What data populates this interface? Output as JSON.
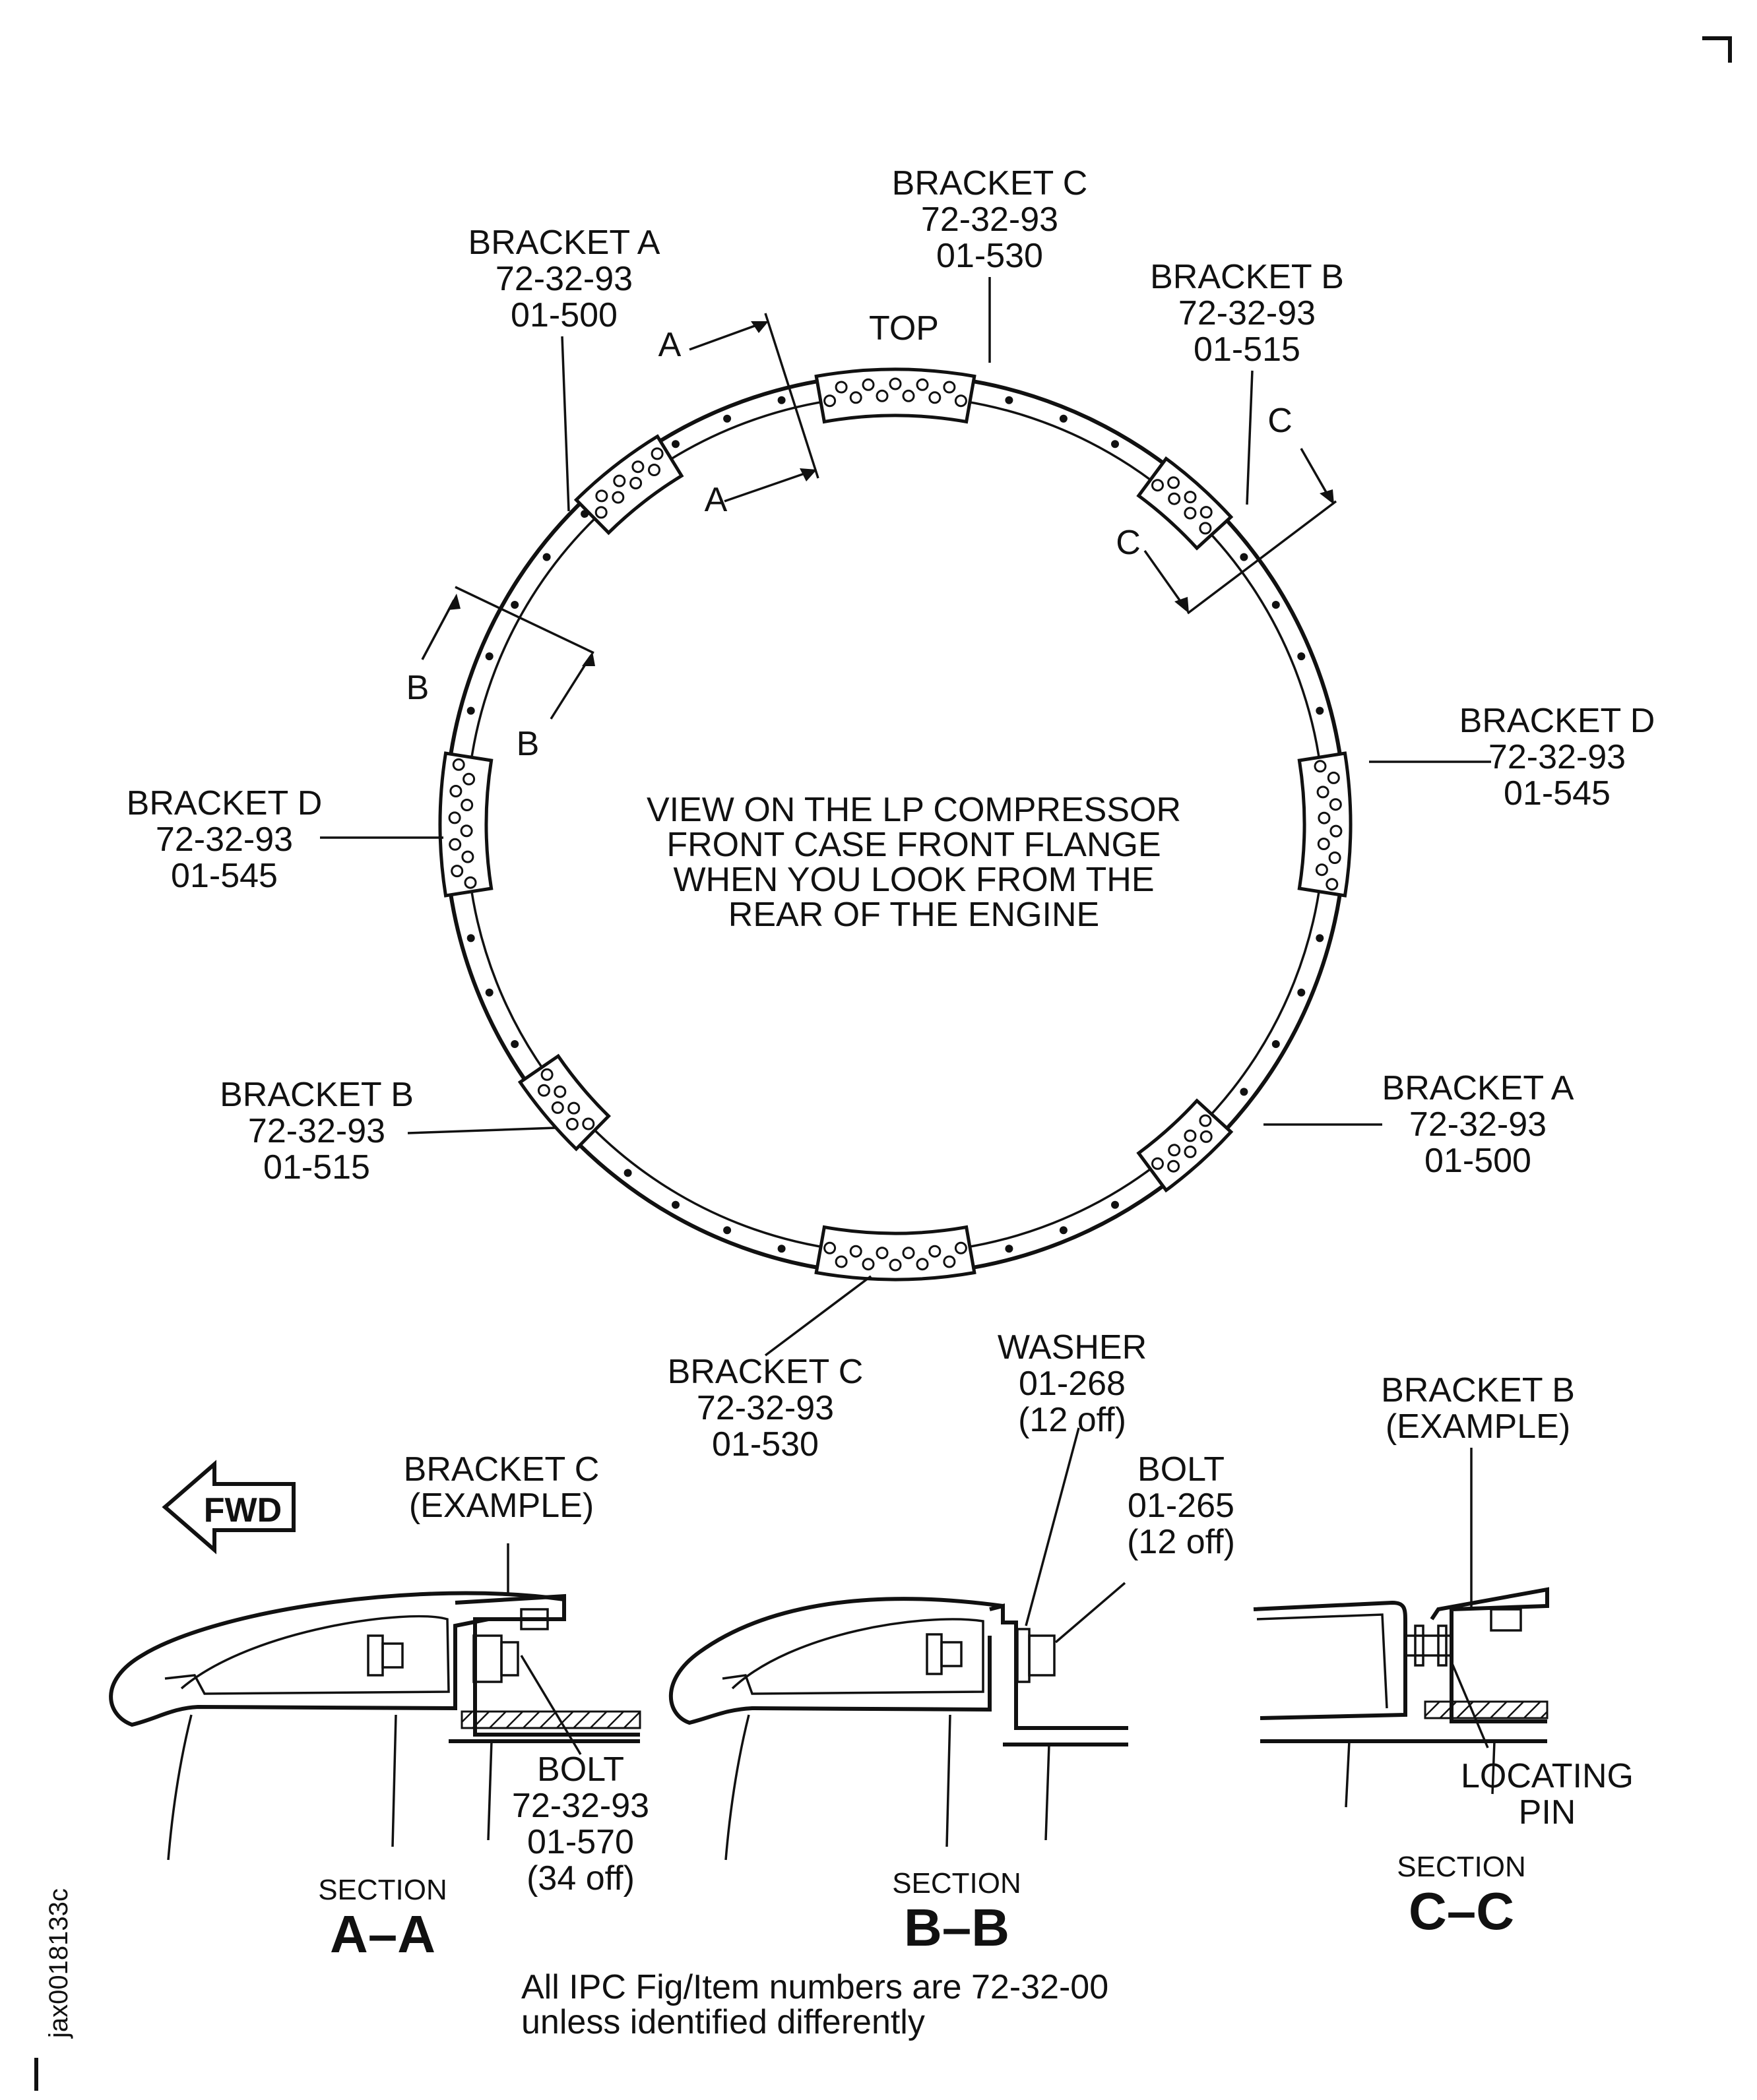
{
  "view_caption": [
    "VIEW ON THE LP COMPRESSOR",
    "FRONT CASE FRONT FLANGE",
    "WHEN YOU LOOK FROM THE",
    "REAR OF THE ENGINE"
  ],
  "top_label": "TOP",
  "brackets": [
    {
      "lines": [
        "BRACKET C",
        "72-32-93",
        "01-530"
      ]
    },
    {
      "lines": [
        "BRACKET A",
        "72-32-93",
        "01-500"
      ]
    },
    {
      "lines": [
        "BRACKET B",
        "72-32-93",
        "01-515"
      ]
    },
    {
      "lines": [
        "BRACKET D",
        "72-32-93",
        "01-545"
      ]
    },
    {
      "lines": [
        "BRACKET D",
        "72-32-93",
        "01-545"
      ]
    },
    {
      "lines": [
        "BRACKET B",
        "72-32-93",
        "01-515"
      ]
    },
    {
      "lines": [
        "BRACKET A",
        "72-32-93",
        "01-500"
      ]
    },
    {
      "lines": [
        "BRACKET C",
        "72-32-93",
        "01-530"
      ]
    }
  ],
  "section_marks": {
    "a": "A",
    "b": "B",
    "c": "C"
  },
  "fwd_label": "FWD",
  "parts": {
    "bracket_c_example": [
      "BRACKET C",
      "(EXAMPLE)"
    ],
    "bolt_570": [
      "BOLT",
      "72-32-93",
      "01-570",
      "(34 off)"
    ],
    "washer": [
      "WASHER",
      "01-268",
      "(12 off)"
    ],
    "bolt_265": [
      "BOLT",
      "01-265",
      "(12 off)"
    ],
    "bracket_b_example": [
      "BRACKET B",
      "(EXAMPLE)"
    ],
    "locating_pin": [
      "LOCATING",
      "PIN"
    ]
  },
  "sections": [
    {
      "word": "SECTION",
      "id": "A–A"
    },
    {
      "word": "SECTION",
      "id": "B–B"
    },
    {
      "word": "SECTION",
      "id": "C–C"
    }
  ],
  "note": [
    "All IPC Fig/Item numbers are 72-32-00",
    "unless identified differently"
  ],
  "figure_id": "jax0018133c"
}
